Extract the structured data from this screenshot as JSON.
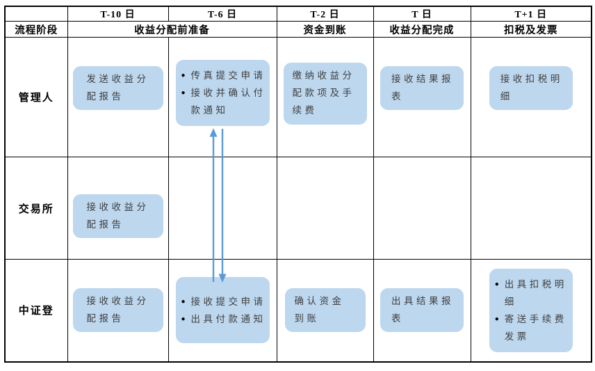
{
  "header": {
    "dates": [
      "T-10 日",
      "T-6 日",
      "T-2 日",
      "T 日",
      "T+1 日"
    ],
    "stage_row_label": "流程阶段",
    "stages": [
      "收益分配前准备",
      "资金到账",
      "收益分配完成",
      "扣税及发票"
    ]
  },
  "rows": {
    "manager": {
      "label": "管理人"
    },
    "exchange": {
      "label": "交易所"
    },
    "csdc": {
      "label": "中证登"
    }
  },
  "boxes": {
    "manager_t10": {
      "text": "发送收益分配报告"
    },
    "manager_t6": {
      "items": [
        "传真提交申请",
        "接收并确认付款通知"
      ]
    },
    "manager_t2": {
      "text": "缴纳收益分配款项及手续费"
    },
    "manager_t0": {
      "text": "接收结果报表"
    },
    "manager_t1": {
      "text": "接收扣税明细"
    },
    "exchange_t10": {
      "text": "接收收益分配报告"
    },
    "csdc_t10": {
      "text": "接收收益分配报告"
    },
    "csdc_t6": {
      "items": [
        "接收提交申请",
        "出具付款通知"
      ]
    },
    "csdc_t2": {
      "text": "确认资金到账"
    },
    "csdc_t0": {
      "text": "出具结果报表"
    },
    "csdc_t1": {
      "items": [
        "出具扣税明细",
        "寄送手续费发票"
      ]
    }
  },
  "glyphs": {
    "bullet": "●"
  },
  "arrows": {
    "up": {
      "from": "csdc_t6",
      "to": "manager_t6"
    },
    "down": {
      "from": "manager_t6",
      "to": "csdc_t6"
    }
  },
  "colors": {
    "box_fill": "#BDD7EE",
    "arrow": "#5B9BD5",
    "border": "#000000",
    "box_text": "#404040"
  }
}
